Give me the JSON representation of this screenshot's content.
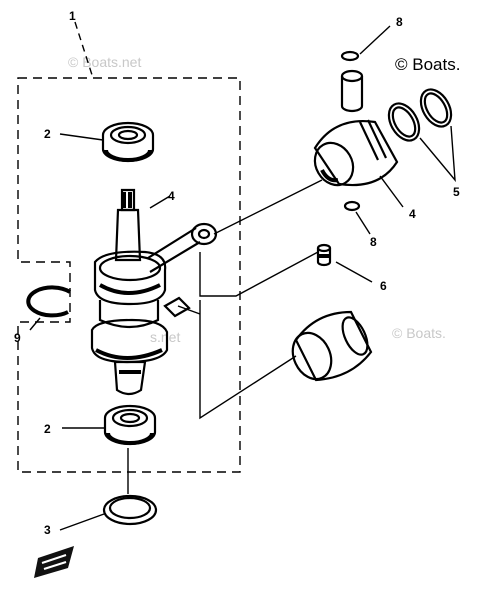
{
  "watermarks": {
    "wm_top": "© Boats.net",
    "wm_right_top": "© Boats.",
    "wm_right_mid": "© Boats.",
    "wm_center": "s.net"
  },
  "callouts": {
    "c1": "1",
    "c2a": "2",
    "c2b": "2",
    "c3": "3",
    "c4a": "4",
    "c4b": "4",
    "c5": "5",
    "c6": "6",
    "c8a": "8",
    "c8b": "8",
    "c9": "9"
  }
}
